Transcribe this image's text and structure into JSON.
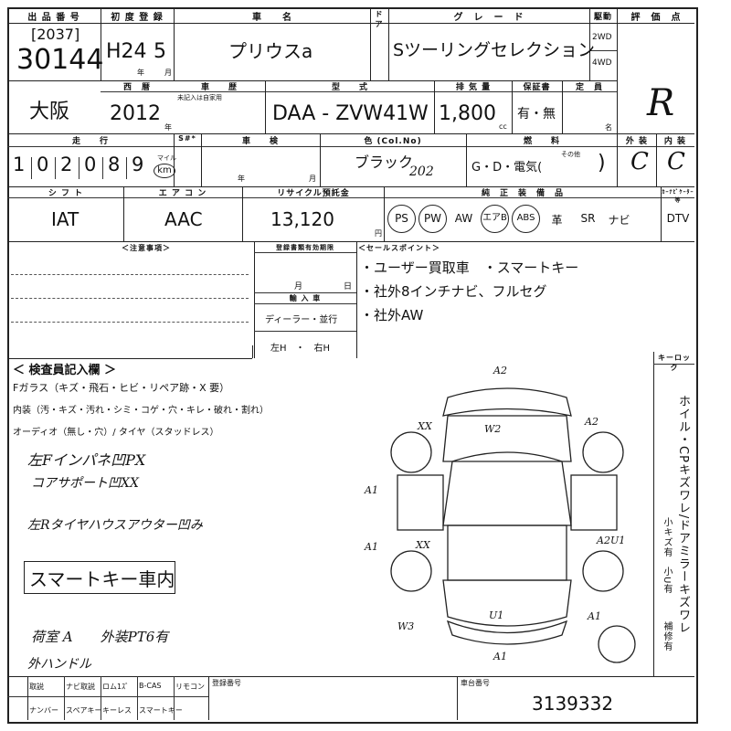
{
  "headers": {
    "lot_no": "出 品 番 号",
    "first_reg": "初 度 登 録",
    "car_name": "車　　名",
    "doors": "ド ア",
    "grade": "グ　レ　ー　ド",
    "drive": "駆動",
    "rating": "評　価　点",
    "year_w": "西　暦",
    "shaken_h": "車　　歴",
    "model_h": "型　　式",
    "displacement_h": "排 気 量",
    "warranty_h": "保証書",
    "capacity_h": "定　員",
    "mileage_h": "走　　行",
    "sw_h": "S#*",
    "inspection_h": "車　　検",
    "color_h": "色 (Col.No)",
    "fuel_h": "燃　　料",
    "exterior_h": "外 装",
    "interior_h": "内 装",
    "shift_h": "シ フ ト",
    "aircon_h": "エ ア コ ン",
    "recycle_h": "リサイクル預託金",
    "equipment_h": "純　正　装　備　品",
    "cart_h": "ｶｰﾅﾋﾞｹｰﾀｰ等",
    "notes_h": "＜注意事項＞",
    "reg_expiry_h": "登録書類有効期限",
    "import_h": "輸 入 車",
    "sales_h": "＜セールスポイント＞",
    "inspector_h": "＜ 検査員記入欄 ＞",
    "keylock_h": "キーロック",
    "reg_no_h": "登録番号",
    "chassis_h": "車台番号"
  },
  "lot": {
    "prefix": "[2037]",
    "number": "30144"
  },
  "first_registration": {
    "era_year": "H24",
    "month": "5",
    "nen": "年",
    "tsuki": "月"
  },
  "car_name": "プリウスa",
  "grade": "Sツーリングセレクション",
  "drive_options": [
    "2WD",
    "4WD"
  ],
  "rating": "R",
  "location": "大阪",
  "year": "2012",
  "year_suffix": "年",
  "history_note": "未記入は自家用",
  "model": "DAA - ZVW41W",
  "displacement": "1,800",
  "displacement_unit": "cc",
  "warranty": "有・無",
  "capacity_unit": "名",
  "mileage": [
    "1",
    "0",
    "2",
    "0",
    "8",
    "9"
  ],
  "mileage_units": [
    "マイル",
    "km"
  ],
  "inspection": {
    "nen": "年",
    "tsuki": "月"
  },
  "color": "ブラック",
  "color_code": "202",
  "fuel": "G・D・電気(",
  "fuel_other": "その他",
  "exterior": "C",
  "interior": "C",
  "shift": "IAT",
  "aircon": "AAC",
  "recycle": "13,120",
  "recycle_unit": "円",
  "equipment": [
    "PS",
    "PW",
    "AW",
    "エアB",
    "ABS",
    "革",
    "SR",
    "ナビ",
    "DTV"
  ],
  "reg_expiry": {
    "tsuki": "月",
    "nichi": "日"
  },
  "import_options": "ディーラー・並行",
  "handle_options": "左H　・　右H",
  "sales_points": [
    "・ユーザー買取車　・スマートキー",
    "・社外8インチナビ、フルセグ",
    "・社外AW"
  ],
  "inspector_lines": [
    "Fガラス（キズ・飛石・ヒビ・リペア跡・X 要）",
    "内装（汚・キズ・汚れ・シミ・コゲ・穴・キレ・破れ・割れ）",
    "オーディオ（無し・穴）/ タイヤ（スタッドレス）"
  ],
  "handwritten": [
    "左Fインパネ凹PX",
    "コアサポート凹XX",
    "左Rタイヤハウスアウター凹み",
    "スマートキー車内",
    "荷室 A　　外装PT6有",
    "外ハンドル"
  ],
  "damage_marks": [
    "A2",
    "XX",
    "W2",
    "A2",
    "A1",
    "A1",
    "XX",
    "A2U1",
    "A1",
    "U1",
    "W3",
    "A1"
  ],
  "side_text": "ホイル・CPキズワレ/ドアミラーキズワレ",
  "side_small": [
    "小キズ有",
    "小U有",
    "補修有"
  ],
  "bottom_labels": [
    "取説",
    "ナビ取説",
    "ロム1ｽﾞ",
    "B-CAS",
    "リモコン"
  ],
  "bottom_labels2": [
    "ナンバー",
    "スペアキー",
    "キーレス",
    "スマートキー"
  ],
  "chassis_number": "3139332"
}
